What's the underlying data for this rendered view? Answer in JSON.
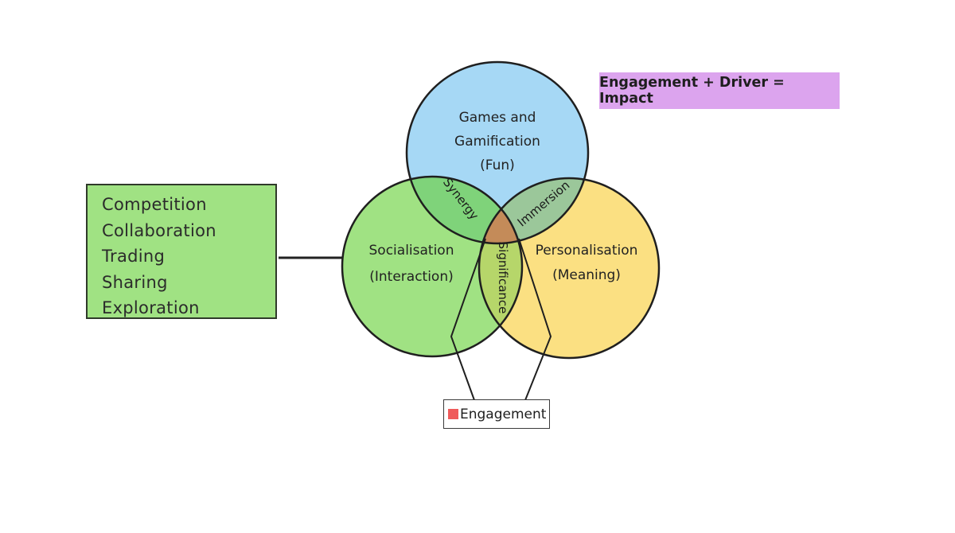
{
  "colors": {
    "games_circle": "#a6d8f5",
    "social_circle": "#a0e283",
    "personal_circle": "#fbe082",
    "synergy_overlap": "#7fd37a",
    "immersion_overlap": "#9bc79a",
    "significance_overlap": "#b6d66a",
    "engagement_core": "#c48b59",
    "driver_box": "#a0e283",
    "impact_box": "#dca4ee",
    "engagement_swatch": "#ef5a5a"
  },
  "circles": {
    "games": {
      "line1": "Games and",
      "line2": "Gamification",
      "line3": "(Fun)"
    },
    "social": {
      "line1": "Socialisation",
      "line2": "(Interaction)"
    },
    "personal": {
      "line1": "Personalisation",
      "line2": "(Meaning)"
    }
  },
  "overlaps": {
    "synergy": "Synergy",
    "immersion": "Immersion",
    "significance": "Significance"
  },
  "drivers": {
    "items": [
      "Competition",
      "Collaboration",
      "Trading",
      "Sharing",
      "Exploration"
    ]
  },
  "impact": {
    "formula": "Engagement + Driver =  Impact"
  },
  "legend": {
    "engagement_label": "Engagement"
  }
}
